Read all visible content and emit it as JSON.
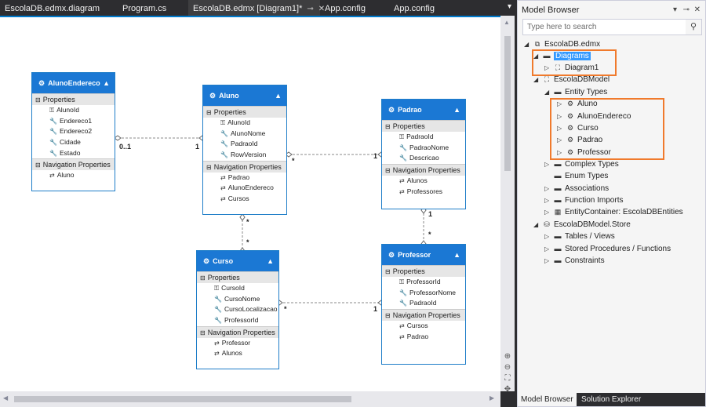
{
  "tabs": [
    {
      "label": "EscolaDB.edmx.diagram",
      "active": false
    },
    {
      "label": "Program.cs",
      "active": false
    },
    {
      "label": "EscolaDB.edmx [Diagram1]*",
      "active": true
    },
    {
      "label": "App.config",
      "active": false
    },
    {
      "label": "App.config",
      "active": false
    }
  ],
  "entities": {
    "alunoendereco": {
      "name": "AlunoEndereco",
      "properties_label": "Properties",
      "properties": [
        "AlunoId",
        "Endereco1",
        "Endereco2",
        "Cidade",
        "Estado"
      ],
      "nav_label": "Navigation Properties",
      "nav": [
        "Aluno"
      ]
    },
    "aluno": {
      "name": "Aluno",
      "properties_label": "Properties",
      "properties": [
        "AlunoId",
        "AlunoNome",
        "PadraoId",
        "RowVersion"
      ],
      "nav_label": "Navigation Properties",
      "nav": [
        "Padrao",
        "AlunoEndereco",
        "Cursos"
      ]
    },
    "padrao": {
      "name": "Padrao",
      "properties_label": "Properties",
      "properties": [
        "PadraoId",
        "PadraoNome",
        "Descricao"
      ],
      "nav_label": "Navigation Properties",
      "nav": [
        "Alunos",
        "Professores"
      ]
    },
    "curso": {
      "name": "Curso",
      "properties_label": "Properties",
      "properties": [
        "CursoId",
        "CursoNome",
        "CursoLocalizacao",
        "ProfessorId"
      ],
      "nav_label": "Navigation Properties",
      "nav": [
        "Professor",
        "Alunos"
      ]
    },
    "professor": {
      "name": "Professor",
      "properties_label": "Properties",
      "properties": [
        "ProfessorId",
        "ProfessorNome",
        "PadraoId"
      ],
      "nav_label": "Navigation Properties",
      "nav": [
        "Cursos",
        "Padrao"
      ]
    }
  },
  "multiplicities": {
    "ae_aluno_left": "0..1",
    "ae_aluno_right": "1",
    "aluno_padrao_left": "*",
    "aluno_padrao_right": "1",
    "aluno_curso_top": "*",
    "aluno_curso_bottom": "*",
    "padrao_prof_top": "1",
    "padrao_prof_bottom": "*",
    "curso_prof_left": "*",
    "curso_prof_right": "1"
  },
  "model_browser": {
    "title": "Model Browser",
    "search_placeholder": "Type here to search",
    "tree": {
      "root": "EscolaDB.edmx",
      "diagrams": "Diagrams",
      "diagram1": "Diagram1",
      "model": "EscolaDBModel",
      "entity_types": "Entity Types",
      "types": [
        "Aluno",
        "AlunoEndereco",
        "Curso",
        "Padrao",
        "Professor"
      ],
      "complex_types": "Complex Types",
      "enum_types": "Enum Types",
      "associations": "Associations",
      "function_imports": "Function Imports",
      "container": "EntityContainer: EscolaDBEntities",
      "store": "EscolaDBModel.Store",
      "tables_views": "Tables / Views",
      "stored_procs": "Stored Procedures / Functions",
      "constraints": "Constraints"
    },
    "bottom_tabs": [
      "Model Browser",
      "Solution Explorer"
    ]
  }
}
